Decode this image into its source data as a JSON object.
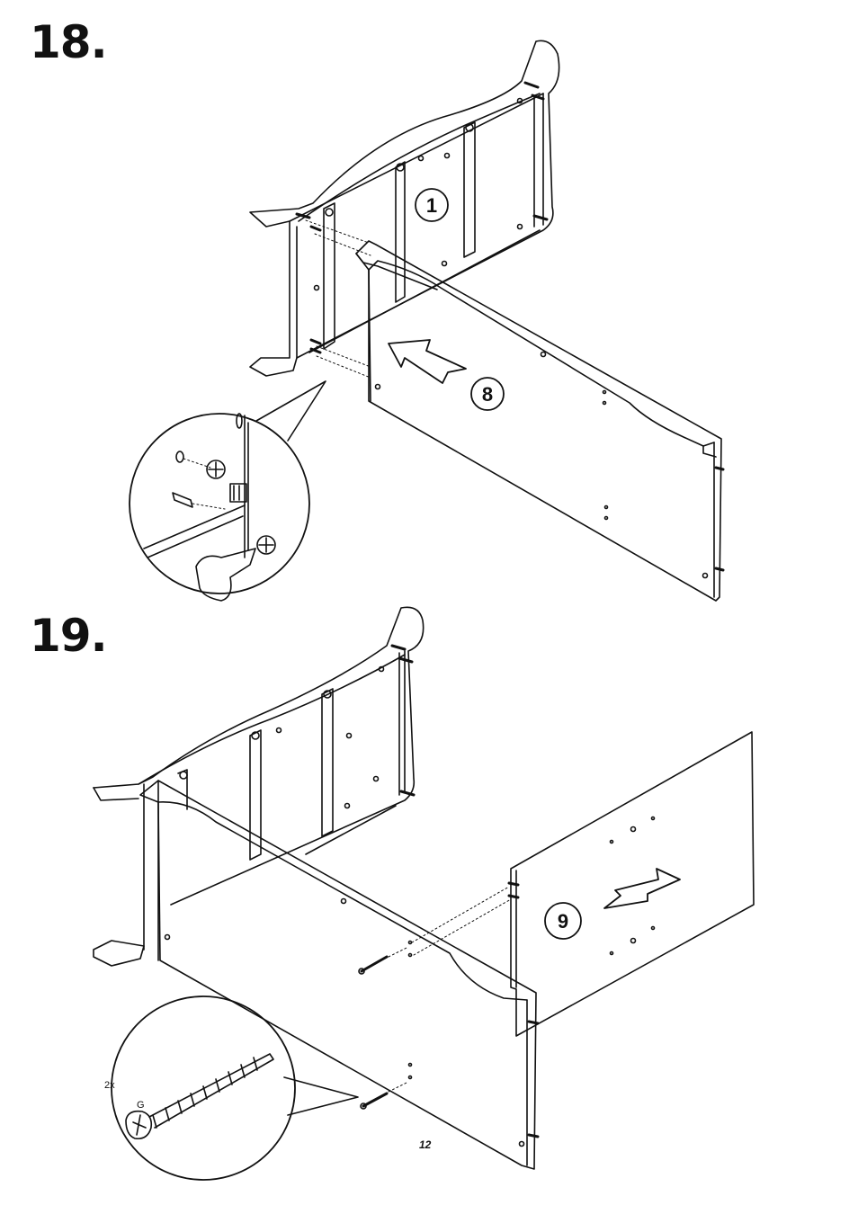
{
  "steps": [
    {
      "number": "18.",
      "part_callouts": [
        "1",
        "8"
      ]
    },
    {
      "number": "19.",
      "part_callouts": [
        "9"
      ]
    }
  ],
  "hardware": {
    "quantity": "2x",
    "part_letter": "G"
  },
  "page_number": "12"
}
